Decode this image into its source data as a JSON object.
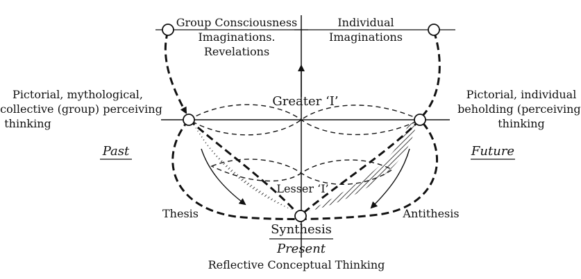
{
  "labels": {
    "group_line1": "Group Consciousness",
    "group_line2": "Imaginations.",
    "group_line3": "Revelations",
    "individual_line1": "Individual",
    "individual_line2": "Imaginations",
    "greater_i": "Greater ‘I’",
    "lesser_i": "Lesser ‘I’",
    "left_line1": "Pictorial, mythological,",
    "left_line2": "collective (group) perceiving",
    "left_line3": "thinking",
    "right_line1": "Pictorial, individual",
    "right_line2": "beholding (perceiving)",
    "right_line3": "thinking",
    "past": "Past",
    "future": "Future",
    "thesis": "Thesis",
    "antithesis": "Antithesis",
    "synthesis": "Synthesis",
    "present": "Present",
    "bottom": "Reflective Conceptual Thinking"
  },
  "colors": {
    "ink": "#111111",
    "background": "#ffffff"
  }
}
